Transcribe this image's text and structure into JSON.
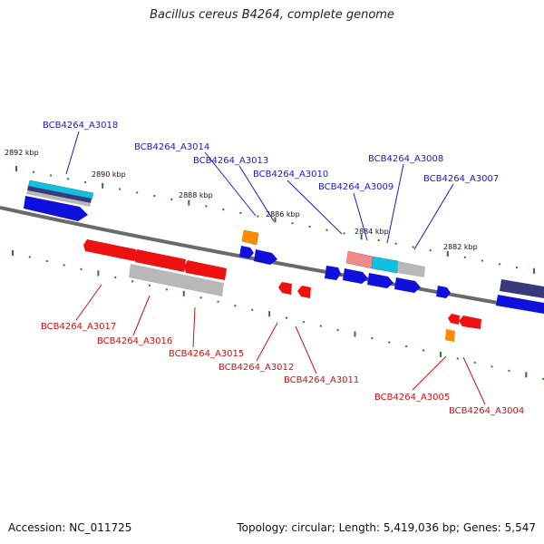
{
  "title": "Bacillus cereus B4264, complete genome",
  "footer": {
    "accession": "Accession: NC_011725",
    "summary": "Topology: circular; Length: 5,419,036 bp; Genes: 5,547"
  },
  "colors": {
    "forward_label": "#1a1acc",
    "reverse_label": "#cc1111",
    "forward_gene": "#1010dd",
    "reverse_gene": "#ee1111",
    "pseudo": "#b8b8b8",
    "orange": "#ff8a00",
    "cyan": "#10c0e0",
    "pink": "#f08a8a",
    "indigo": "#3a3a7a",
    "tick": "#2a7a2a",
    "backbone": "#6a6a6a"
  },
  "kbp_labels": [
    "2892 kbp",
    "2890 kbp",
    "2888 kbp",
    "2886 kbp",
    "2884 kbp",
    "2882 kbp"
  ],
  "forward_labels": [
    "BCB4264_A3018",
    "BCB4264_A3014",
    "BCB4264_A3013",
    "BCB4264_A3010",
    "BCB4264_A3009",
    "BCB4264_A3008",
    "BCB4264_A3007"
  ],
  "reverse_labels": [
    "BCB4264_A3017",
    "BCB4264_A3016",
    "BCB4264_A3015",
    "BCB4264_A3012",
    "BCB4264_A3011",
    "BCB4264_A3005",
    "BCB4264_A3004"
  ]
}
